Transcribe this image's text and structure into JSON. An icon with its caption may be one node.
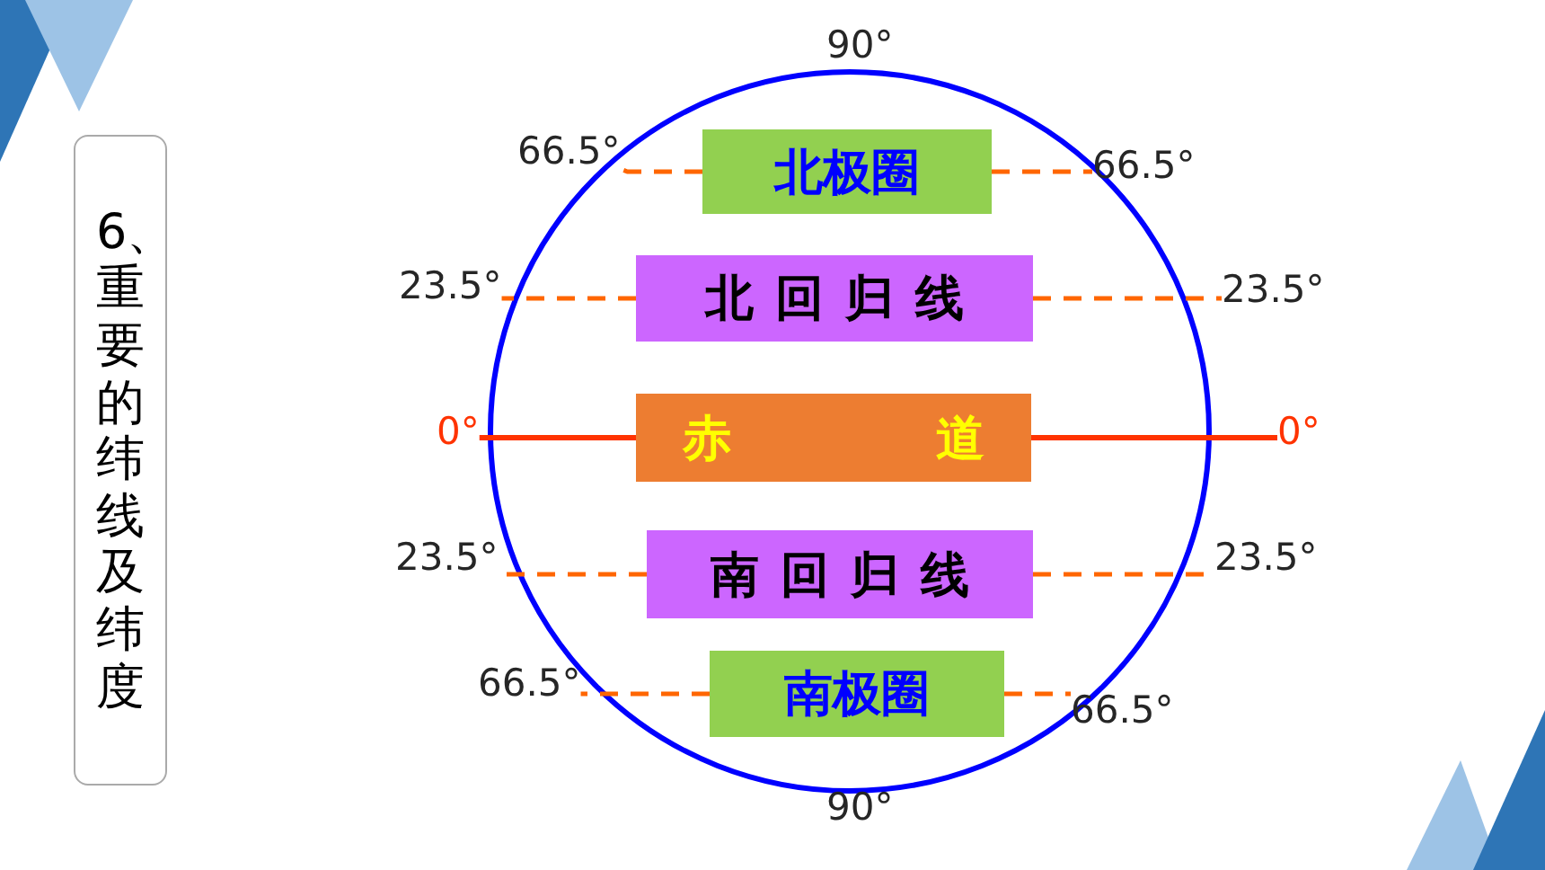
{
  "diagram": {
    "nodes": [
      {
        "text": [
          "6、重要的纬线及纬度"
        ]
      },
      {
        "text": [
          "北极圈"
        ]
      },
      {
        "text": [
          "北回归线"
        ]
      },
      {
        "text": [
          "赤",
          "道"
        ]
      },
      {
        "text": [
          "南回归线"
        ]
      },
      {
        "text": [
          "南极圈"
        ]
      },
      {
        "text": [
          "66.5°"
        ]
      },
      {
        "text": [
          "66.5°"
        ]
      },
      {
        "text": [
          "23.5°"
        ]
      },
      {
        "text": [
          "23.5°"
        ]
      },
      {
        "text": [
          "0°"
        ]
      },
      {
        "text": [
          "0°"
        ]
      },
      {
        "text": [
          "23.5°"
        ]
      },
      {
        "text": [
          "23.5°"
        ]
      },
      {
        "text": [
          "66.5°"
        ]
      },
      {
        "text": [
          "66.5°"
        ]
      }
    ],
    "edges": [
      {
        "from": 1,
        "to": 6,
        "arrow": "none",
        "style": "dashed"
      },
      {
        "from": 1,
        "to": 7,
        "arrow": "none",
        "style": "dashed"
      },
      {
        "from": 2,
        "to": 8,
        "arrow": "none",
        "style": "dashed"
      },
      {
        "from": 2,
        "to": 9,
        "arrow": "none",
        "style": "dashed"
      },
      {
        "from": 3,
        "to": 10,
        "arrow": "none",
        "color": "#ff3300"
      },
      {
        "from": 3,
        "to": 11,
        "arrow": "none",
        "color": "#ff3300"
      },
      {
        "from": 4,
        "to": 12,
        "arrow": "none",
        "style": "dashed"
      },
      {
        "from": 4,
        "to": 13,
        "arrow": "none",
        "style": "dashed"
      },
      {
        "from": 5,
        "to": 14,
        "arrow": "none",
        "style": "dashed"
      },
      {
        "from": 5,
        "to": 15,
        "arrow": "none",
        "style": "dashed"
      }
    ],
    "labels": [
      "90°",
      "90°"
    ]
  }
}
